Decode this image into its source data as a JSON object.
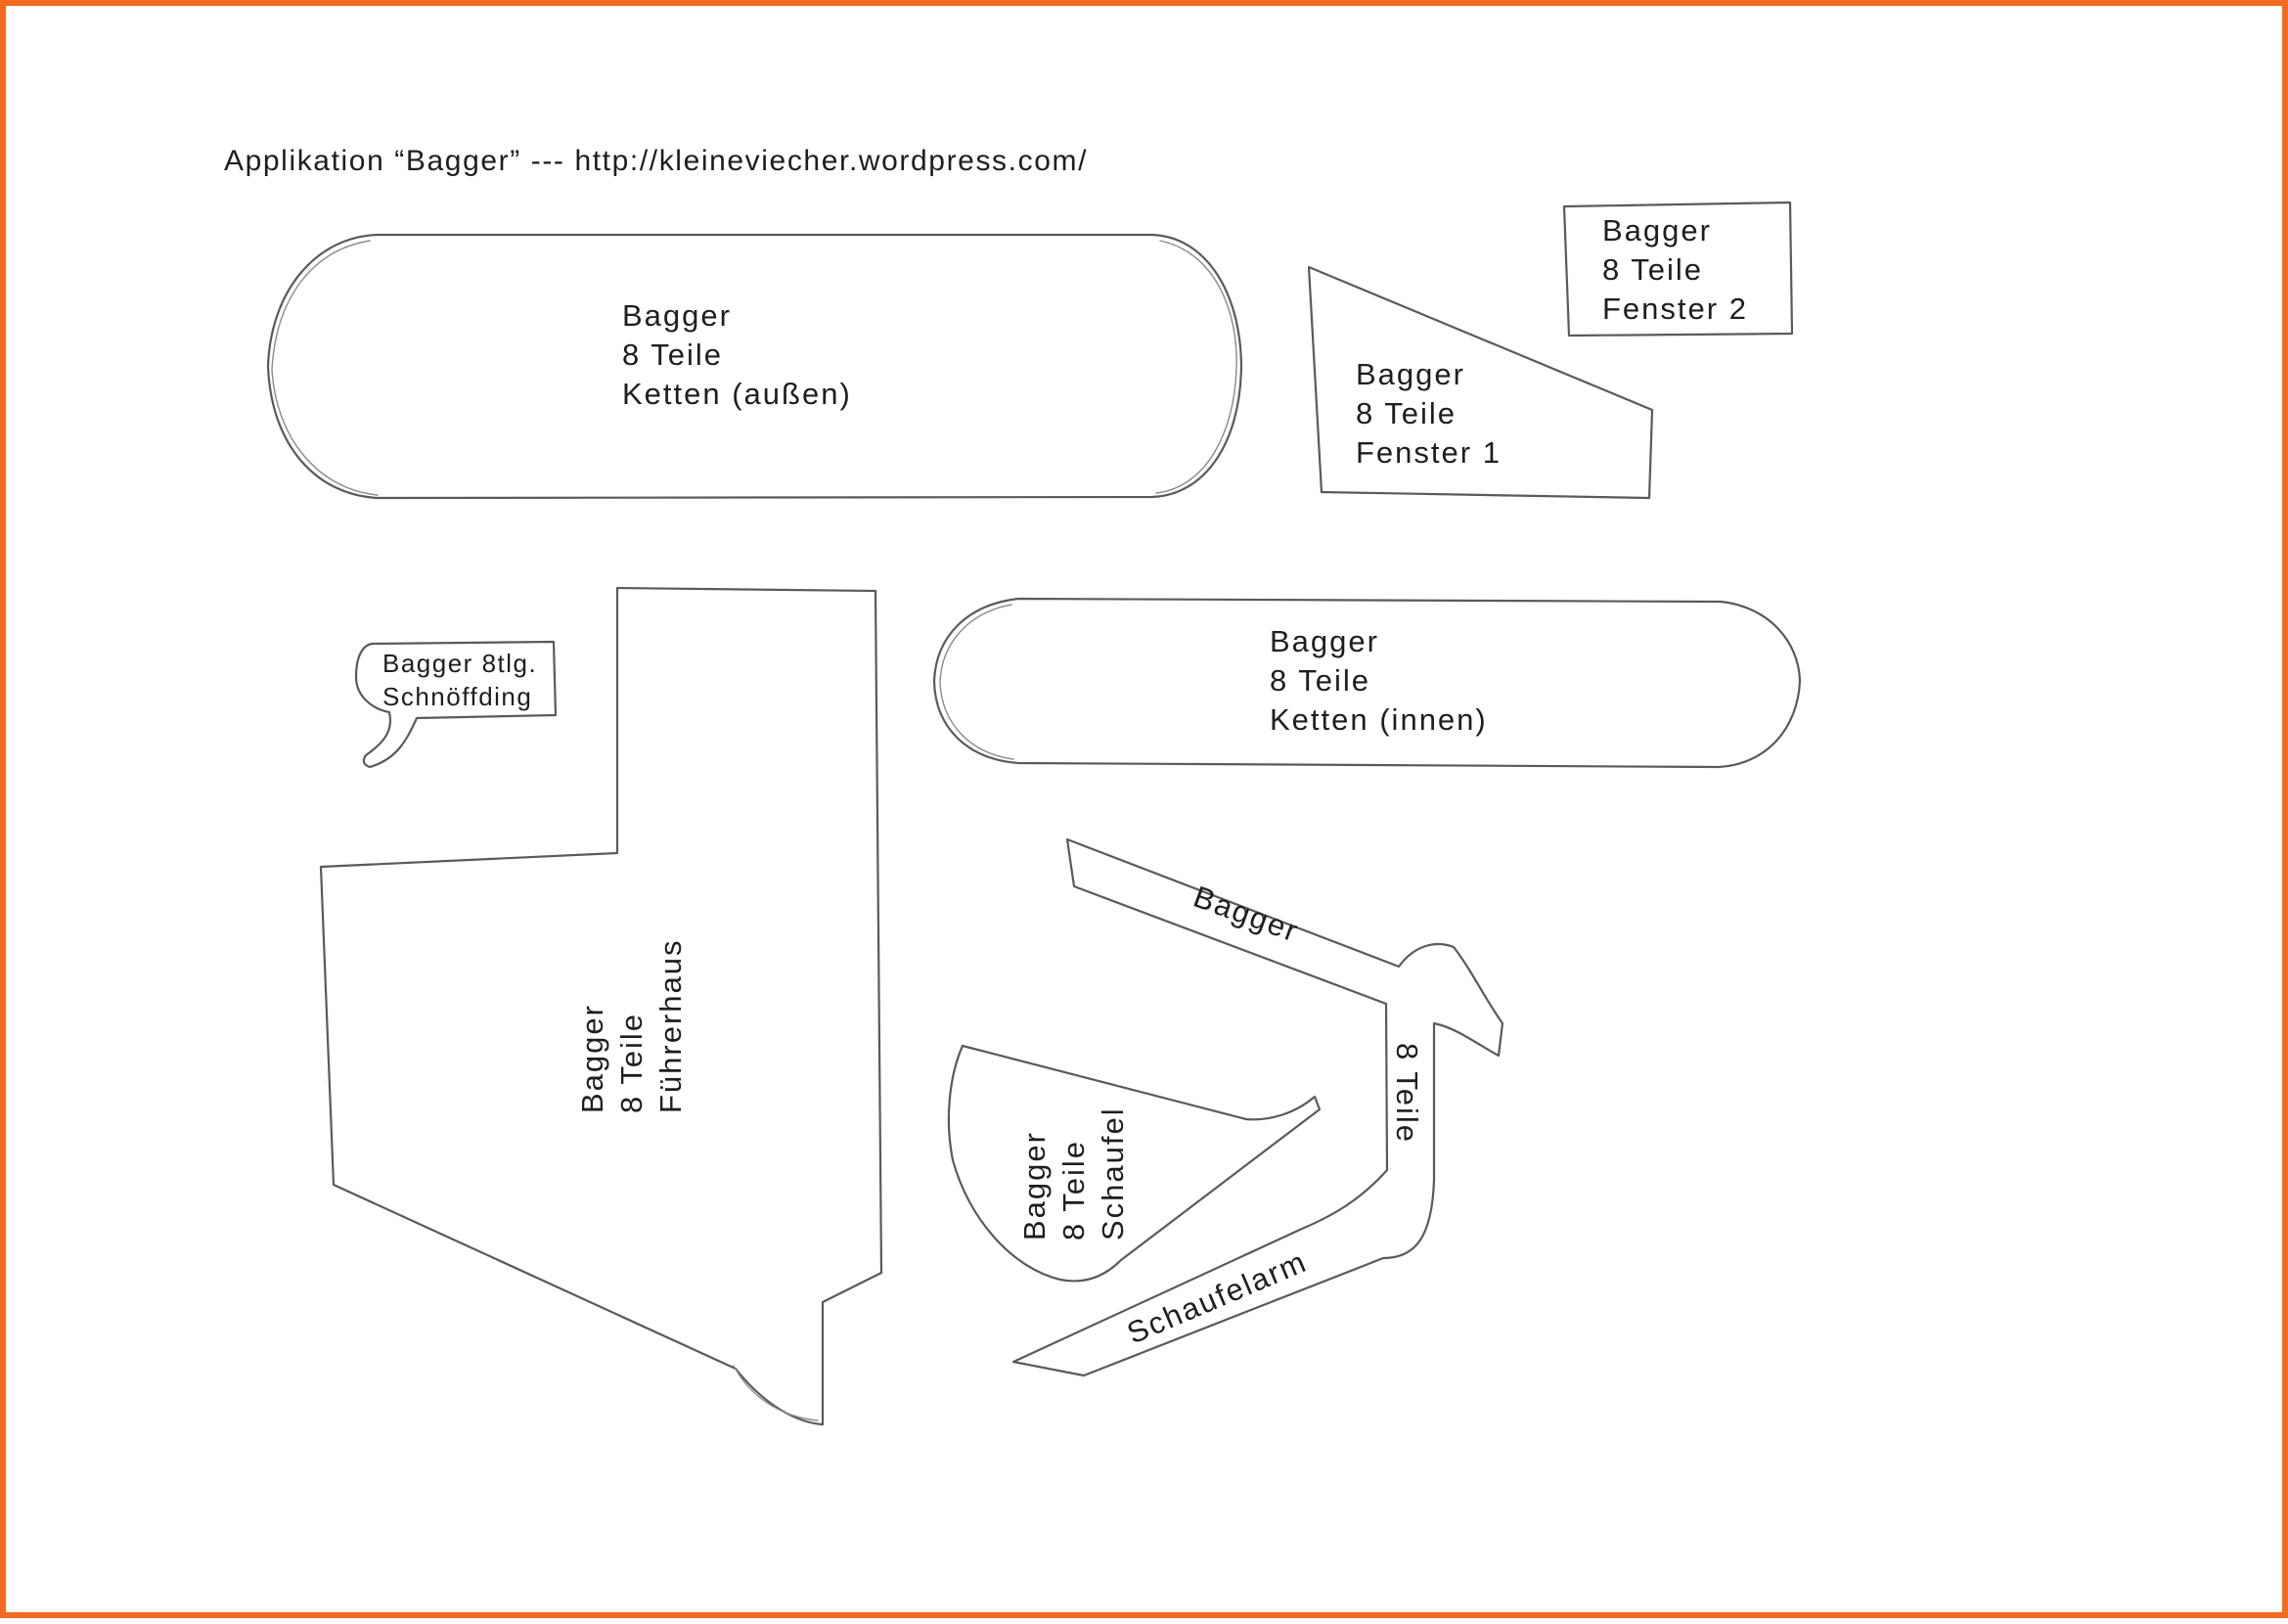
{
  "page": {
    "title": "Applikation “Bagger” --- http://kleineviecher.wordpress.com/",
    "border_color": "#f26a1f",
    "line_color": "#5a5a5a"
  },
  "pieces": {
    "ketten_aussen": [
      "Bagger",
      "8 Teile",
      "Ketten (außen)"
    ],
    "fenster_1": [
      "Bagger",
      "8 Teile",
      "Fenster 1"
    ],
    "fenster_2": [
      "Bagger",
      "8 Teile",
      "Fenster 2"
    ],
    "speech_bubble": [
      "Bagger 8tlg.",
      "Schnöffding"
    ],
    "ketten_innen": [
      "Bagger",
      "8 Teile",
      "Ketten (innen)"
    ],
    "fuehrerhaus": [
      "Bagger",
      "8 Teile",
      "Führerhaus"
    ],
    "schaufel": [
      "Bagger",
      "8 Teile",
      "Schaufel"
    ],
    "schaufelarm": {
      "top_label": "Bagger",
      "side_label": "8 Teile",
      "bottom_label": "Schaufelarm"
    }
  }
}
